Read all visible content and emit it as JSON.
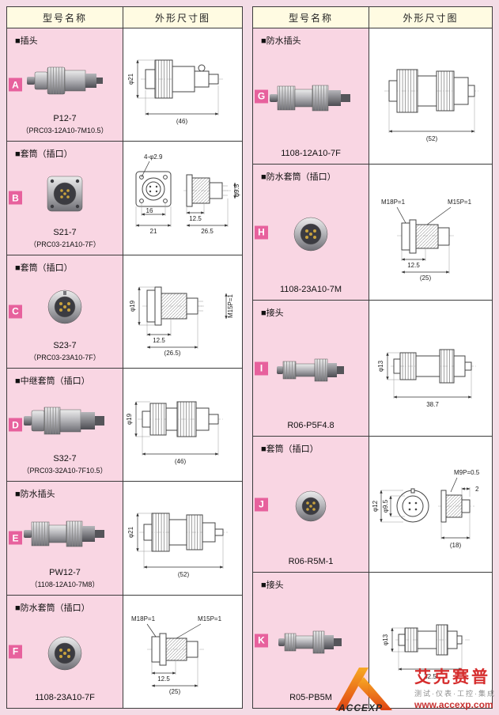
{
  "header": {
    "col_model": "型号名称",
    "col_outline": "外形尺寸图"
  },
  "rows": [
    {
      "id": "A",
      "type": "■插头",
      "model": "P12-7",
      "code": "（PRC03-12A10-7M10.5）",
      "dims": {
        "dia": "φ21",
        "len": "(46)"
      }
    },
    {
      "id": "B",
      "type": "■套筒（插口）",
      "model": "S21-7",
      "code": "（PRC03-21A10-7F）",
      "dims": {
        "holes": "4-φ2.9",
        "pitch": "16",
        "flange": "21",
        "front": "12.5",
        "total": "26.5",
        "rear": "φ9.5"
      }
    },
    {
      "id": "C",
      "type": "■套筒（插口）",
      "model": "S23-7",
      "code": "（PRC03-23A10-7F）",
      "dims": {
        "dia": "φ19",
        "front": "12.5",
        "total": "(26.5)",
        "thread": "M15P=1"
      }
    },
    {
      "id": "D",
      "type": "■中继套筒（插口）",
      "model": "S32-7",
      "code": "（PRC03-32A10-7F10.5）",
      "dims": {
        "dia": "φ19",
        "len": "(46)"
      }
    },
    {
      "id": "E",
      "type": "■防水插头",
      "model": "PW12-7",
      "code": "（1108-12A10-7M8）",
      "dims": {
        "dia": "φ21",
        "len": "(52)"
      }
    },
    {
      "id": "F",
      "type": "■防水套筒（插口）",
      "model": "1108-23A10-7F",
      "dims": {
        "thread1": "M18P=1",
        "thread2": "M15P=1",
        "front": "12.5",
        "total": "(25)"
      }
    },
    {
      "id": "G",
      "type": "■防水插头",
      "model": "1108-12A10-7F",
      "dims": {
        "len": "(52)"
      }
    },
    {
      "id": "H",
      "type": "■防水套筒（插口）",
      "model": "1108-23A10-7M",
      "dims": {
        "thread1": "M18P=1",
        "thread2": "M15P=1",
        "front": "12.5",
        "total": "(25)"
      }
    },
    {
      "id": "I",
      "type": "■接头",
      "model": "R06-P5F4.8",
      "dims": {
        "dia": "φ13",
        "len": "38.7"
      }
    },
    {
      "id": "J",
      "type": "■套筒（插口）",
      "model": "R06-R5M-1",
      "dims": {
        "thread": "M9P=0.5",
        "d1": "φ9.5",
        "d2": "φ12",
        "t": "2",
        "len": "(18)"
      }
    },
    {
      "id": "K",
      "type": "■接头",
      "model": "R05-PB5M",
      "dims": {
        "dia": "φ13",
        "len": "32.5"
      }
    }
  ],
  "watermark": {
    "logo": "ACCEXP",
    "brand": "艾克赛普",
    "tagline": "测试·仪表·工控·集成",
    "url": "www.accexp.com"
  }
}
